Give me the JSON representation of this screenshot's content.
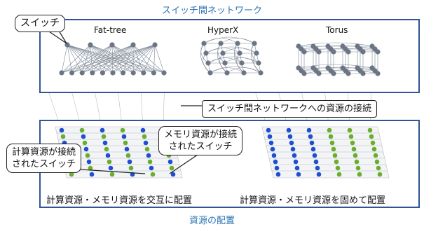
{
  "top_caption": "スイッチ間ネットワーク",
  "bottom_caption": "資源の配置",
  "switch_label": "スイッチ",
  "connection_label": "スイッチ間ネットワークへの資源の接続",
  "mem_switch_label": "メモリ資源が接続\nされたスイッチ",
  "comp_switch_label": "計算資源が接続\nされたスイッチ",
  "topologies": [
    "Fat-tree",
    "HyperX",
    "Torus"
  ],
  "placements": [
    "計算資源・メモリ資源を交互に配置",
    "計算資源・メモリ資源を固めて配置"
  ],
  "colors": {
    "frame": "#2f5597",
    "caption": "#2e74b5",
    "node": "#6b7584",
    "edge": "#7d8796",
    "compute": "#1f4fd1",
    "memory": "#6aae2c"
  }
}
